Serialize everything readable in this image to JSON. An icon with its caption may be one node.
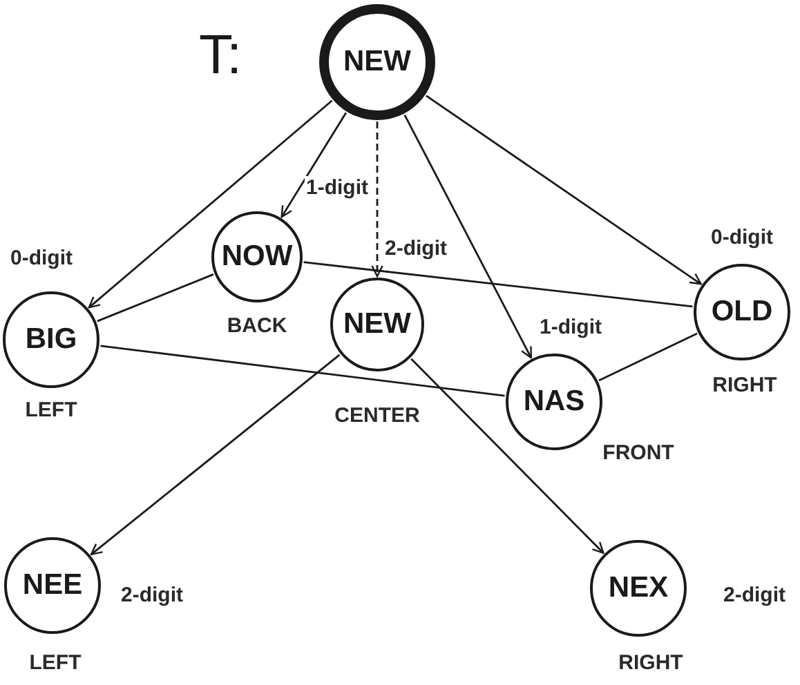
{
  "diagram": {
    "nodes": [
      {
        "text": [
          "NEW"
        ]
      },
      {
        "text": [
          "NOW"
        ],
        "beside": [
          "BACK"
        ]
      },
      {
        "text": [
          "BIG"
        ],
        "beside": [
          "LEFT"
        ]
      },
      {
        "text": [
          "NEW"
        ],
        "beside": [
          "CENTER"
        ]
      },
      {
        "text": [
          "NAS"
        ],
        "beside": [
          "FRONT"
        ]
      },
      {
        "text": [
          "OLD"
        ],
        "beside": [
          "RIGHT"
        ]
      },
      {
        "text": [
          "NEE"
        ],
        "beside": [
          "2-digit",
          "LEFT"
        ]
      },
      {
        "text": [
          "NEX"
        ],
        "beside": [
          "2-digit",
          "RIGHT"
        ]
      }
    ],
    "edges": [
      {
        "from": 0,
        "to": 2,
        "arrow": "to",
        "label": "0-digit"
      },
      {
        "from": 0,
        "to": 1,
        "arrow": "to",
        "label": "1-digit"
      },
      {
        "from": 0,
        "to": 3,
        "arrow": "to",
        "label": "2-digit",
        "style": "dashed"
      },
      {
        "from": 0,
        "to": 4,
        "arrow": "to",
        "label": "1-digit"
      },
      {
        "from": 0,
        "to": 5,
        "arrow": "to",
        "label": "0-digit"
      },
      {
        "from": 1,
        "to": 2,
        "arrow": "none"
      },
      {
        "from": 1,
        "to": 5,
        "arrow": "none"
      },
      {
        "from": 2,
        "to": 4,
        "arrow": "none"
      },
      {
        "from": 4,
        "to": 5,
        "arrow": "none"
      },
      {
        "from": 3,
        "to": 6,
        "arrow": "to"
      },
      {
        "from": 3,
        "to": 7,
        "arrow": "to"
      }
    ],
    "labels": [
      "T:"
    ]
  }
}
